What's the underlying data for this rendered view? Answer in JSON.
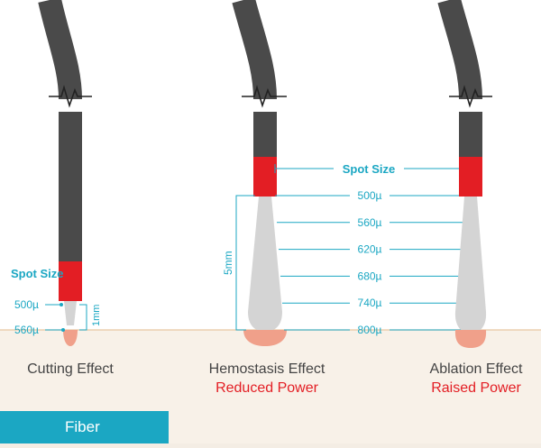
{
  "colors": {
    "fiber": "#4a4a4a",
    "tip": "#e31e24",
    "accent": "#1ba7c3",
    "beam": "#d4d4d4",
    "tissue": "#f8f1e8",
    "tissue_line": "#e8c7a0",
    "burn": "#f0a08a"
  },
  "left": {
    "spot_size": "Spot Size",
    "d1": "500µ",
    "d2": "560µ",
    "depth": "1mm",
    "caption": "Cutting Effect"
  },
  "middle": {
    "spot_size": "Spot Size",
    "depth": "5mm",
    "diameters": [
      "500µ",
      "560µ",
      "620µ",
      "680µ",
      "740µ",
      "800µ"
    ],
    "caption": "Hemostasis Effect",
    "sub": "Reduced Power"
  },
  "right": {
    "caption": "Ablation Effect",
    "sub": "Raised Power"
  },
  "tab": {
    "label": "Fiber"
  }
}
